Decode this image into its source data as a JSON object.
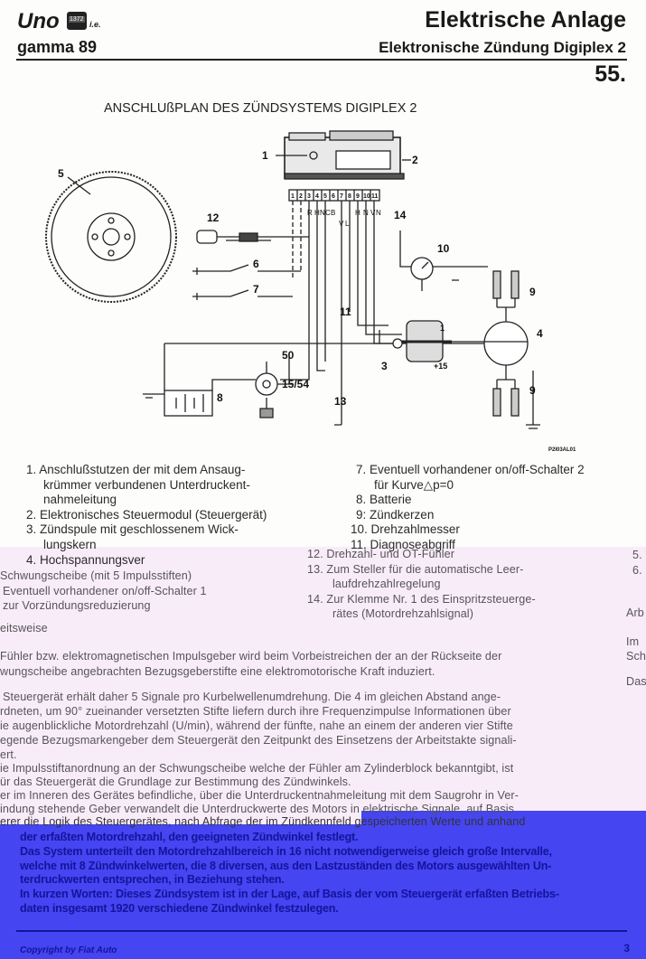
{
  "header": {
    "model": "Uno",
    "engine_badge": "1372",
    "engine_suffix": "i.e.",
    "range": "gamma 89",
    "section": "Elektrische Anlage",
    "subsection": "Elektronische Zündung Digiplex 2",
    "chapter": "55."
  },
  "diagram": {
    "title": "ANSCHLUßPLAN DES ZÜNDSYSTEMS DIGIPLEX 2",
    "code": "P2I03AL01",
    "labels": {
      "l1": "1",
      "l2": "2",
      "l3": "3",
      "l4": "4",
      "l5": "5",
      "l6": "6",
      "l7": "7",
      "l8": "8",
      "l9a": "9",
      "l9b": "9",
      "l10": "10",
      "l11": "11",
      "l12": "12",
      "l13": "13",
      "l14": "14",
      "l50": "50",
      "l1554": "15/54",
      "lp15": "+15",
      "lcoil1": "1"
    },
    "pins": [
      "1",
      "2",
      "3",
      "4",
      "5",
      "6",
      "7",
      "8",
      "9",
      "10",
      "11"
    ],
    "wire_codes": [
      "R",
      "H",
      "N",
      "C",
      "B",
      "V",
      "L",
      "H",
      "N",
      "V",
      "N"
    ]
  },
  "legend": {
    "left": [
      {
        "num": "1.",
        "lines": [
          "Anschlußstutzen der mit dem Ansaug-",
          "krümmer verbundenen Unterdruckent-",
          "nahmeleitung"
        ]
      },
      {
        "num": "2.",
        "lines": [
          "Elektronisches Steuermodul (Steuergerät)"
        ]
      },
      {
        "num": "3.",
        "lines": [
          "Zündspule mit geschlossenem Wick-",
          "lungskern"
        ]
      },
      {
        "num": "4.",
        "lines": [
          "Hochspannungsver"
        ]
      }
    ],
    "right": [
      {
        "num": "7.",
        "lines": [
          "Eventuell vorhandener on/off-Schalter 2",
          "für Kurve△p=0"
        ]
      },
      {
        "num": "8.",
        "lines": [
          "Batterie"
        ]
      },
      {
        "num": "9:",
        "lines": [
          "Zündkerzen"
        ]
      },
      {
        "num": "10.",
        "lines": [
          "Drehzahlmesser"
        ]
      },
      {
        "num": "11.",
        "lines": [
          "Diagnoseabgriff"
        ]
      }
    ]
  },
  "overlay": {
    "left_items": [
      "Schwungscheibe (mit 5 Impulsstiften)",
      "Eventuell vorhandener on/off-Schalter 1",
      "zur Vorzündungsreduzierung"
    ],
    "right_items": [
      {
        "num": "12.",
        "lines": [
          "Drehzahl- und OT-Fühler"
        ]
      },
      {
        "num": "13.",
        "lines": [
          "Zum Steller für die automatische Leer-",
          "laufdrehzahlregelung"
        ]
      },
      {
        "num": "14.",
        "lines": [
          "Zur Klemme Nr. 1  des Einspritzsteuerge-",
          "rätes (Motordrehzahlsignal)"
        ]
      }
    ],
    "edge_fragments": [
      "5.",
      "6.",
      "Arb",
      "Im",
      "Sch",
      "Das"
    ],
    "heading": "eitsweise",
    "paragraphs": [
      "Fühler bzw. elektromagnetischen Impulsgeber wird beim Vorbeistreichen der an der Rückseite der",
      "wungscheibe angebrachten Bezugsgeberstifte eine elektromotorische Kraft induziert.",
      "Steuergerät erhält daher 5 Signale pro Kurbelwellenumdrehung. Die 4 im gleichen Abstand ange-",
      "rdneten, um 90° zueinander versetzten Stifte liefern durch ihre Frequenzimpulse Informationen über",
      "ie augenblickliche Motordrehzahl (U/min), während der fünfte, nahe an einem der anderen vier Stifte",
      "egende Bezugsmarkengeber dem Steuergerät den Zeitpunkt des Einsetzens der Arbeitstakte signali-",
      "ert.",
      "ie Impulsstiftanordnung an der Schwungscheibe welche der Fühler am Zylinderblock bekanntgibt, ist",
      "ür das Steuergerät die Grundlage zur Bestimmung des Zündwinkels.",
      "er im Inneren des Gerätes befindliche, über die Unterdruckentnahmeleitung mit dem Saugrohr in Ver-",
      "indung stehende Geber verwandelt die Unterdruckwerte des Motors in elektrische Signale, auf Basis",
      "erer die Logik des Steuergerätes, nach Abfrage der im Zündkennfeld gespeicherten Werte und anhand"
    ]
  },
  "blue_text": [
    "der erfaßten Motordrehzahl, den geeigneten Zündwinkel festlegt.",
    "Das System unterteilt den Motordrehzahlbereich in 16 nicht notwendigerweise gleich große Intervalle,",
    "welche mit 8 Zündwinkelwerten, die 8 diversen, aus den Lastzuständen des Motors ausgewählten Un-",
    "terdruckwerten entsprechen, in Beziehung stehen.",
    "In kurzen Worten: Dieses Zündsystem ist in der Lage, auf Basis der vom Steuergerät erfaßten Betriebs-",
    "daten insgesamt 1920 verschiedene Zündwinkel festzulegen."
  ],
  "footer": {
    "copyright": "Copyright by Fiat Auto",
    "page": "3"
  },
  "colors": {
    "pink": "#f9ecf9",
    "blue": "#4545f2",
    "blue_text": "#14149a"
  }
}
